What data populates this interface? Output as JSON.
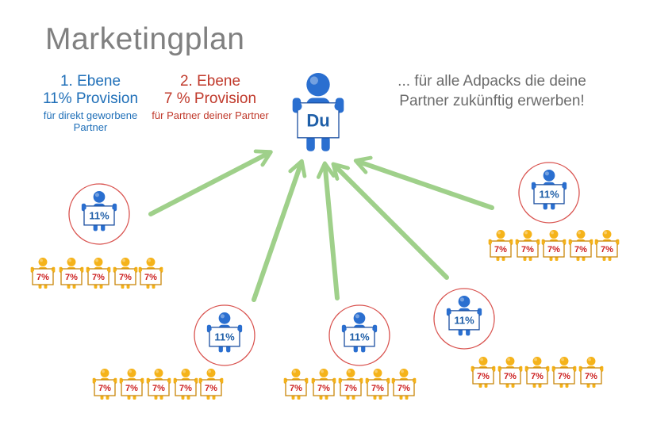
{
  "title": "Marketingplan",
  "level1": {
    "heading": "1. Ebene",
    "rate": "11% Provision",
    "desc": "für direkt geworbene Partner"
  },
  "level2": {
    "heading": "2. Ebene",
    "rate": "7 % Provision",
    "desc": "für Partner deiner Partner"
  },
  "note": "... für alle Adpacks die deine Partner zukünftig erwerben!",
  "center_label": "Du",
  "partner_label": "11%",
  "subpartner_label": "7%",
  "colors": {
    "title": "#808080",
    "level1": "#1f6fb8",
    "level2": "#c0392b",
    "arrow": "#9fd08a",
    "circle": "#d9534f",
    "blue_figure": "#2a6fd0",
    "gold_figure": "#f5b31a"
  }
}
